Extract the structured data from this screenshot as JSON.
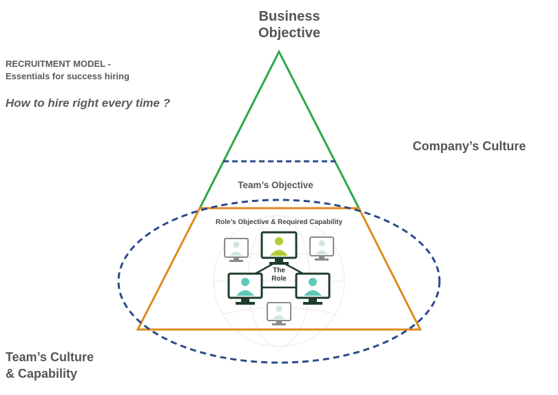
{
  "top_label": {
    "line1": "Business",
    "line2": "Objective"
  },
  "model_title": {
    "line1": "RECRUITMENT MODEL -",
    "line2": "Essentials for success hiring"
  },
  "tagline": "How to hire right every time ?",
  "labels": {
    "company_culture": "Company’s Culture",
    "team_objective": "Team’s Objective",
    "role_objective": "Role’s Objective & Required Capability",
    "team_culture": {
      "line1": "Team’s Culture",
      "line2": "& Capability"
    },
    "the_role": {
      "line1": "The",
      "line2": "Role"
    }
  },
  "colors": {
    "text": "#555555",
    "green_triangle": "#2aa84a",
    "orange_trapezoid": "#e08a1e",
    "blue_dashed": "#2b4a8b",
    "monitor_frame": "#1f3d2a",
    "person_teal": "#5fc8b8",
    "person_lime": "#b5cc3a",
    "monitor_faded": "#8a8a8a",
    "person_faded": "#d2e6dc"
  },
  "icons": [
    "monitor-person-icon",
    "globe-background-icon"
  ]
}
